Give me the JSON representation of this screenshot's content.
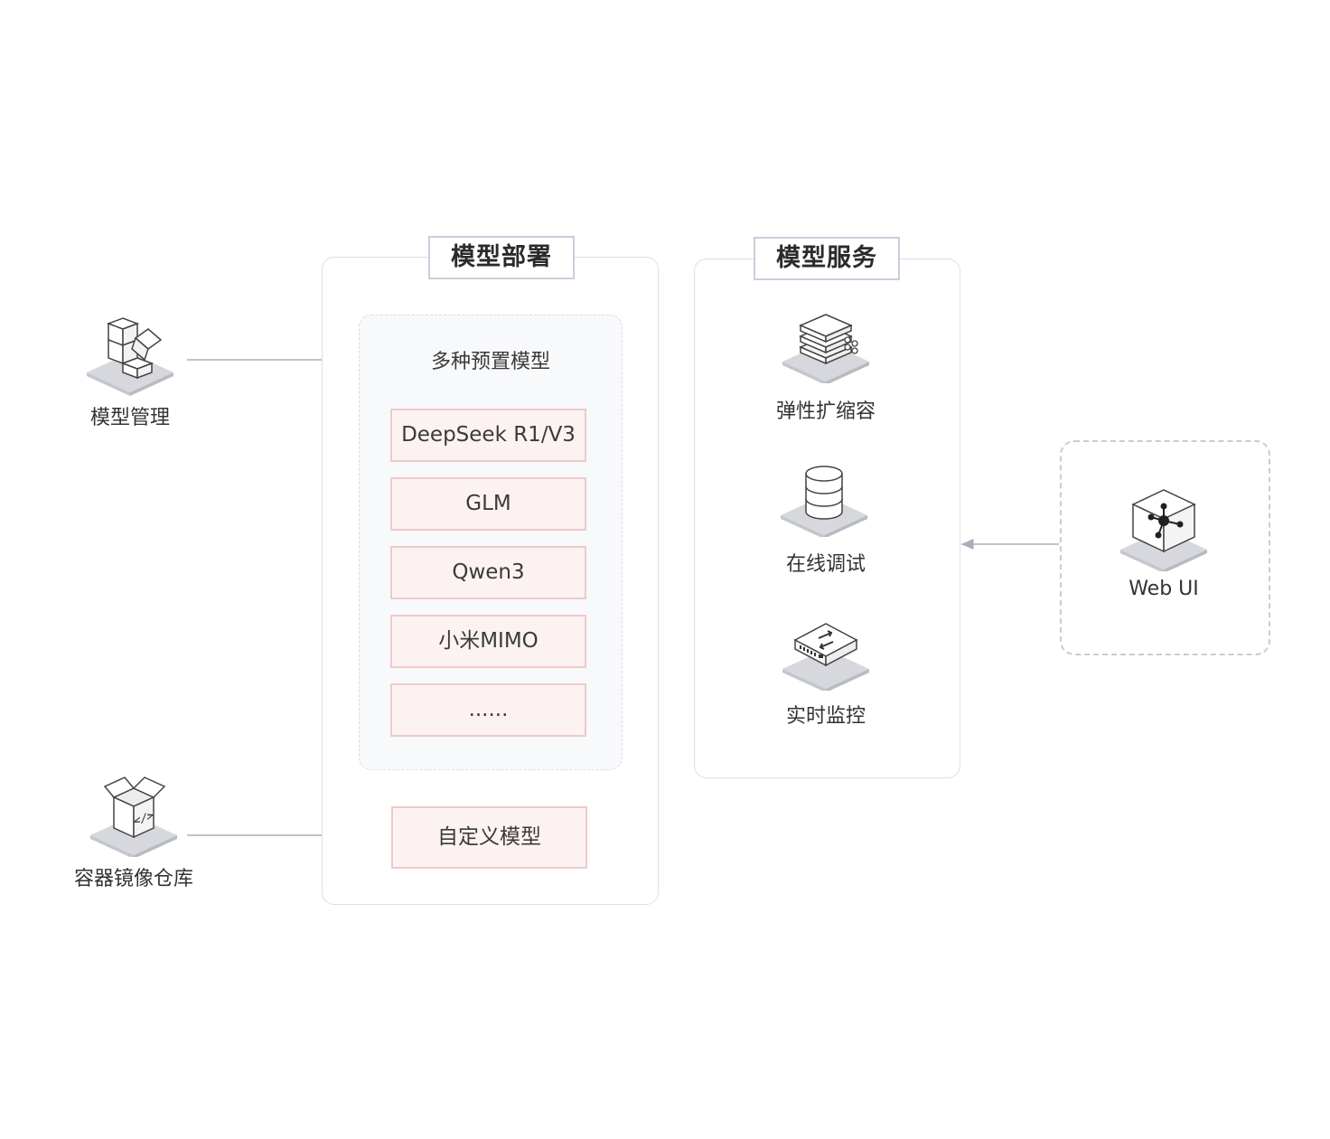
{
  "deploy_panel": {
    "title": "模型部署",
    "preset_title": "多种预置模型",
    "models": [
      "DeepSeek R1/V3",
      "GLM",
      "Qwen3",
      "小米MIMO",
      "......"
    ],
    "custom_model": "自定义模型"
  },
  "service_panel": {
    "title": "模型服务",
    "items": [
      "弹性扩缩容",
      "在线调试",
      "实时监控"
    ]
  },
  "sources": {
    "model_management": "模型管理",
    "container_registry": "容器镜像仓库"
  },
  "web_ui": {
    "label": "Web UI"
  },
  "colors": {
    "panel_border": "#dcdfe8",
    "model_fill": "#fdf2f2",
    "model_border": "#eecaca",
    "arrow": "#a8adb8"
  }
}
